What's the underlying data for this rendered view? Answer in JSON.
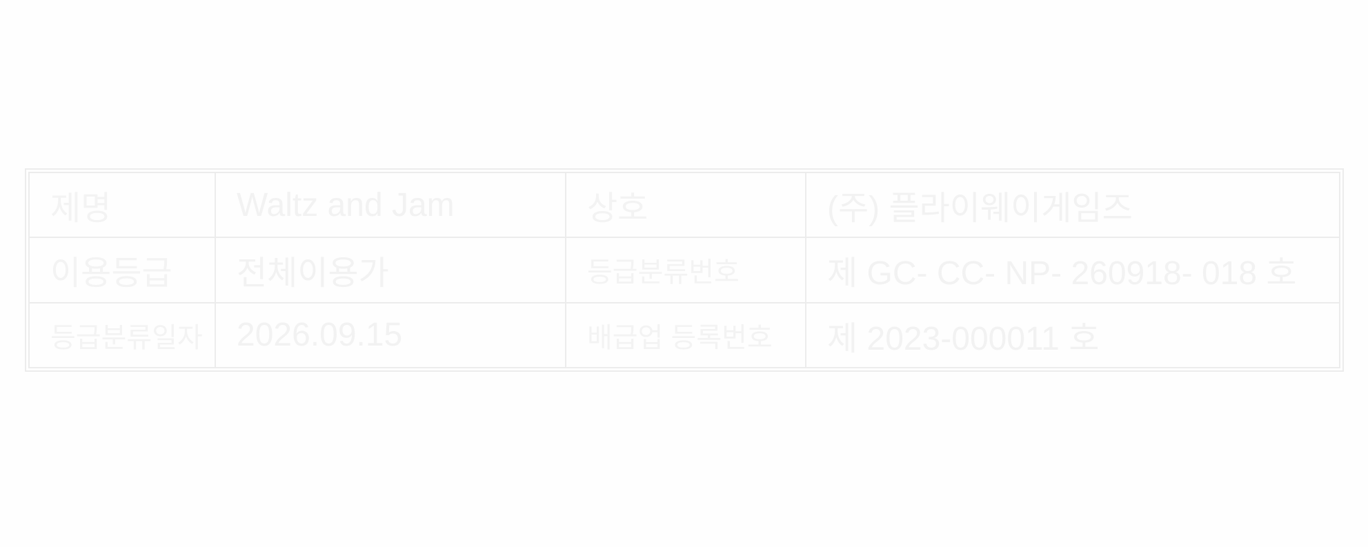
{
  "info_table": {
    "rows": [
      {
        "label1": "제명",
        "value1": "Waltz and Jam",
        "label2": "상호",
        "value2": "(주) 플라이웨이게임즈"
      },
      {
        "label1": "이용등급",
        "value1": "전체이용가",
        "label2": "등급분류번호",
        "value2": "제 GC- CC- NP- 260918- 018 호"
      },
      {
        "label1": "등급분류일자",
        "value1": "2026.09.15",
        "label2": "배급업 등록번호",
        "value2": "제 2023-000011 호"
      }
    ]
  }
}
